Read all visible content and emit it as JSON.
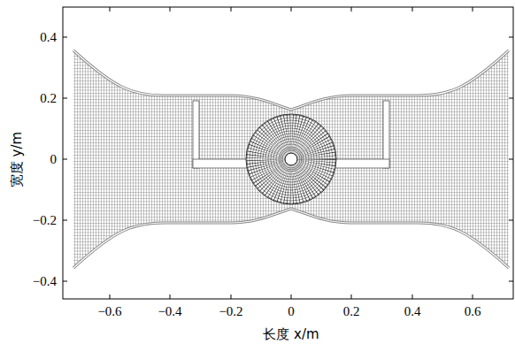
{
  "diagram": {
    "labels": [
      "0.4",
      "0.2",
      "0",
      "−0.2",
      "−0.4",
      "宽度 y/m",
      "−0.6",
      "−0.4",
      "−0.2",
      "0",
      "0.2",
      "0.4",
      "0.6",
      "长度 x/m"
    ]
  }
}
